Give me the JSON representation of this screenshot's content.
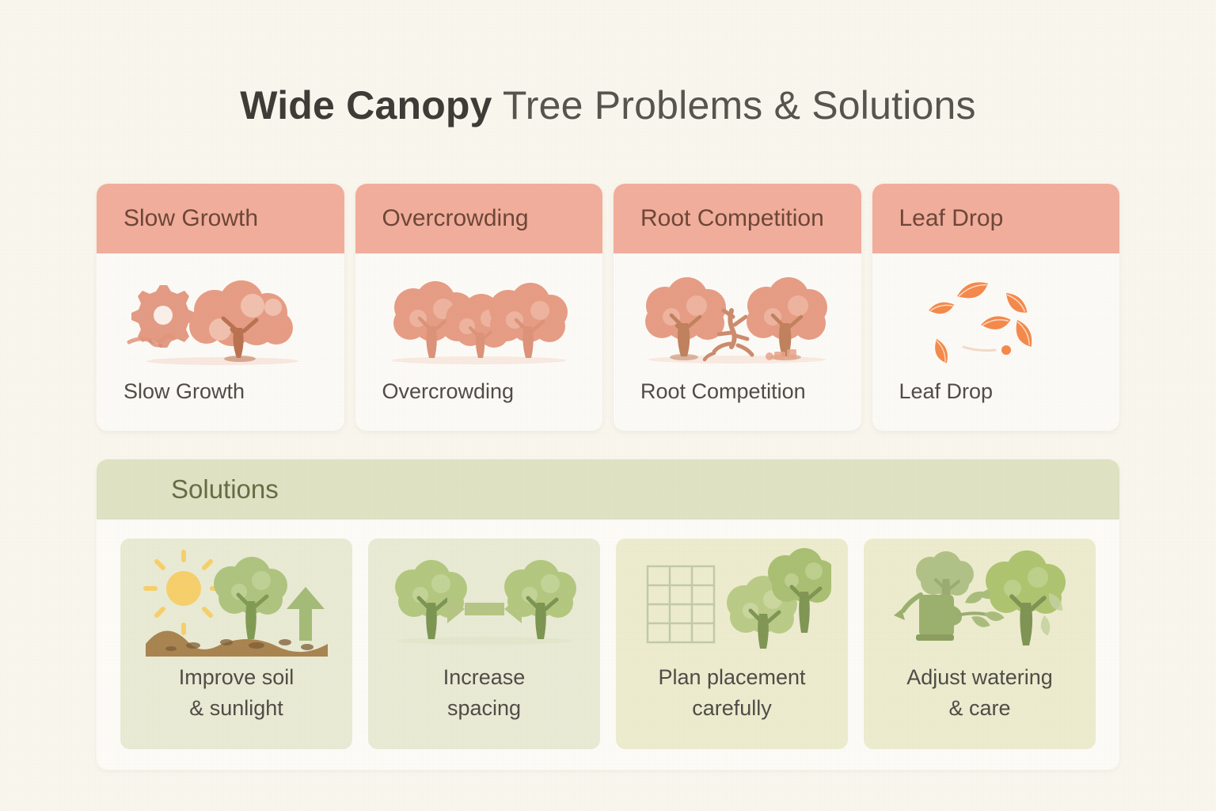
{
  "title": {
    "strong": "Wide Canopy",
    "rest": " Tree Problems & Solutions"
  },
  "colors": {
    "background": "#faf7ef",
    "problem_header": "#f2ad9b",
    "problem_header_text": "#6b4435",
    "problem_card": "#fdfbf7",
    "solutions_banner": "#dfe3c4",
    "solutions_banner_text": "#646b42",
    "solution_card": "#e9ebd5",
    "solution_card_warm": "#edeccf",
    "label_text": "#4d4a45",
    "tree_salmon": "#e8a48f",
    "tree_green": "#9db472",
    "leaf_orange": "#f5884a",
    "sun_yellow": "#f7cf6b",
    "soil_brown": "#a8834f"
  },
  "problems": {
    "cards": [
      {
        "header": "Slow Growth",
        "label": "Slow Growth",
        "icon": "gear-and-tree-icon"
      },
      {
        "header": "Overcrowding",
        "label": "Overcrowding",
        "icon": "three-crowded-trees-icon"
      },
      {
        "header": "Root Competition",
        "label": "Root Competition",
        "icon": "two-trees-competing-roots-icon"
      },
      {
        "header": "Leaf Drop",
        "label": "Leaf Drop",
        "icon": "falling-leaves-icon"
      }
    ]
  },
  "solutions": {
    "banner": "Solutions",
    "cards": [
      {
        "line1": "Improve soil",
        "line2": "& sunlight",
        "icon": "sun-soil-tree-arrow-icon"
      },
      {
        "line1": "Increase",
        "line2": "spacing",
        "icon": "two-trees-spacing-arrow-icon"
      },
      {
        "line1": "Plan placement",
        "line2": "carefully",
        "icon": "grid-plan-trees-icon"
      },
      {
        "line1": "Adjust watering",
        "line2": "& care",
        "icon": "watering-can-trees-leaves-icon"
      }
    ]
  }
}
